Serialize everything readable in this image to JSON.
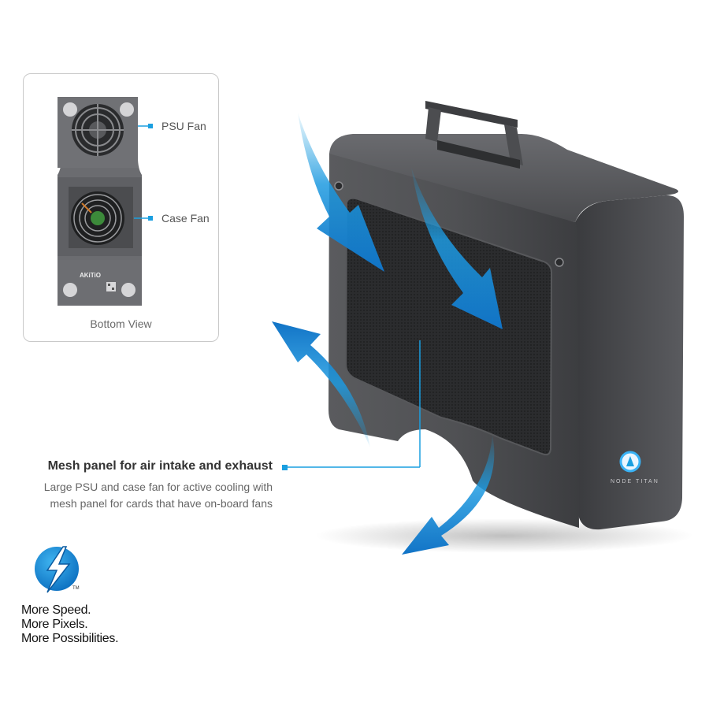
{
  "inset": {
    "psu_fan_label": "PSU Fan",
    "case_fan_label": "Case Fan",
    "caption": "Bottom View",
    "brand_mark": "AKiTiO"
  },
  "feature": {
    "headline": "Mesh panel for air intake and exhaust",
    "description_line1": "Large PSU and case fan for active cooling with",
    "description_line2": "mesh panel for cards that have on-board fans"
  },
  "device": {
    "name": "NODE TITAN"
  },
  "thunderbolt": {
    "trademark": "TM",
    "lines": [
      "More Speed.",
      "More Pixels.",
      "More Possibilities."
    ]
  },
  "colors": {
    "accent": "#1a9fe0",
    "arrow_dark": "#1173c6",
    "case": "#4a4b4e",
    "mesh": "#2a2b2d"
  }
}
